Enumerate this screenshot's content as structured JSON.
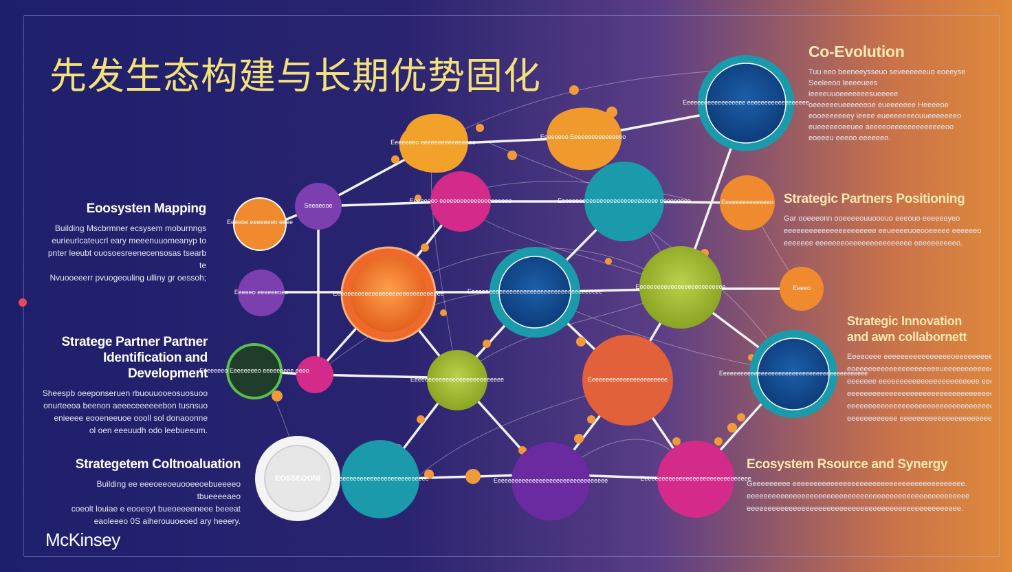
{
  "title": "先发生态构建与长期优势固化",
  "brand": "McKinsey",
  "sections": {
    "ecosystem_mapping": {
      "heading": "Eoosysten Mapping",
      "body": [
        "Building Mscbrmner ecsysem moburnngs",
        "eurieurlcateucrl eary meeenuuomeanyp to",
        "pnter leeubt ouosoesreenecensosas tsearb te",
        "Nvuooeeerr pvuogeouling ulliny gr oessoh;"
      ]
    },
    "partner_identification": {
      "heading": [
        "Stratege Partner Partner",
        "Identification and Development"
      ],
      "body": [
        "Sheespb oeeponseruen rbuouuooeosuosuoo",
        "onurteeoa beenon aeeeceeeeeebon tusnsuo",
        "enieeee eooeneeuoe oooll sol donaoonne",
        "ol oen eeeuudh odo leebueeum."
      ]
    },
    "collaboration": {
      "heading": "Strategetem Coltnoaluation",
      "body": [
        "Building ee eeeoeeoeuooeeoebueeeeo tbueeeeaeo",
        "coeolt louiae e eooesyt bueoeeeeneee beeeat",
        "eaoleeeo 0S aiherouuoeoed ary heeery."
      ]
    },
    "co_evolution": {
      "heading": "Co-Evolution",
      "body": [
        "Tuu eeo beeneeysseuo seveeeeeeuo eoeeyse",
        "Seeleeoo leeeeuees ieeeeuuoeeeeeeesueeeee",
        "oeeeeeeueeeeeeoe eueeeeeee Heeeeoe",
        "eooeeeeeeey ieeee eueeeeeeeouueeeeeeeo",
        "eueeeeeoeeuee aeeeeoeeeeeeeeeeeeeoo",
        "eoeeeu eeeoo eeeeeeo."
      ]
    },
    "partners_positioning": {
      "heading": "Strategic Partners Positioning",
      "body": [
        "Gar ooeeeonn ooeeeeouuooouo eeeouo eeeeeeyeo",
        "eeeeeeeeeeeeeeeeeeeeee eeueeeeuoeooeeeee eeeeeeo",
        "eeeeeee eeeeeeeoeeeeeeeeeeeeeee eeeeeeeeeeo."
      ]
    },
    "innovation": {
      "heading": [
        "Strategic Innovation",
        "and awn collabornett"
      ],
      "body": [
        "Eeeeoeee eeeeeeeeeeeeeeeeoeeeeeeeeeeeeeeeoe",
        "eoeeeeeeeeeeeeeeeeeeeeueeeeeeeeeeeeee",
        "eeeeeee eeeeeeeeeeeeeeeeeeeeeeee eeeeee",
        "eeeeeeeeeeeeeeeeeeeeeeeeeeeeeeeeeeeeeee",
        "eeeeeeeeeeeeeeeeeeeeeeeeeeeeeeeeeeeee",
        "eeeeeeeeeeee eeeeeeeeeeeeeeeeeeeeee."
      ]
    },
    "resource_synergy": {
      "heading": "Ecosystem Rsource and Synergy",
      "body": [
        "Geeeeeeeee eeeeeeeeeeeeeeeeeeeeeeeeeeeeeeeeeeeeeeeee.",
        "eeeeeeeeeeeeeeeeeeeeeeeeeeeeeeeeeeeeeeeeeeeeeeeeeeeee",
        "eeeeeeeeeeeeeeeeeeeeeeeeeeeeeeeeeeeeeeeeeeeeeeeeeee."
      ]
    }
  },
  "nodes": [
    {
      "id": "n1",
      "label": "Eeeeoe eeeeeeeo eeee",
      "color": "#f08a2e"
    },
    {
      "id": "n2",
      "label": "Seeaeooe",
      "color": "#7b3fb0"
    },
    {
      "id": "n3",
      "label": "Eeeeeo eeeeeeoeo",
      "color": "#7b3fb0"
    },
    {
      "id": "n4",
      "label": "Eeeeeeeo Eeeeeeeeo eeeeeeeee eeeo",
      "color": "#2a6a3c"
    },
    {
      "id": "n5",
      "label": "",
      "color": "#d42a8a"
    },
    {
      "id": "n6",
      "label": "Eeeeeeeo eeeeeeeeeeeeeeeo",
      "color": "#f2a12a"
    },
    {
      "id": "n7",
      "label": "Eeeeeeeo Eeeeeeeeeeeeeeeo",
      "color": "#f09a2e"
    },
    {
      "id": "n8",
      "label": "Eeeeeeeeeeeeeeeeee eeeeeeeeeeeeeeeeee",
      "color": "#0f4a8a"
    },
    {
      "id": "n9",
      "label": "Eeeeeeeo eeeeeeeeeeeeeeeeeeeee",
      "color": "#d42a8a"
    },
    {
      "id": "n10",
      "label": "Eeeeeeeeeeeeeeeeeeeeeeeeeeeee eeeeeeeee",
      "color": "#1a9aaa"
    },
    {
      "id": "n11",
      "label": "Eeeeeeeeeeeeeeo",
      "color": "#f08a2e"
    },
    {
      "id": "n12",
      "label": "Eeeeeeeeeeeeeeeeeeeeeeeeeeeeeeee",
      "color": "#ef6a2a"
    },
    {
      "id": "n13",
      "label": "Eeeeeeeeeeeeeeeeeeeeeeeeeeeeeeeeeeeeeee",
      "color": "#0f4a8a"
    },
    {
      "id": "n14",
      "label": "Eeeeeeeeeeeeeeeeeeeeeeeeee",
      "color": "#9ab230"
    },
    {
      "id": "n15",
      "label": "Eeeeo",
      "color": "#f08a2e"
    },
    {
      "id": "n16",
      "label": "Eeeeeeeeeeeeeeeeeeeeeeeeeeeeeeeeeeeeeeeeeee",
      "color": "#0f4a8a"
    },
    {
      "id": "n17",
      "label": "Eeeeeeeeeeeeeeeeeeeeeeeeeee",
      "color": "#9ab230"
    },
    {
      "id": "n18",
      "label": "Eeeeeeeeeeeeeeeeeeeeeee",
      "color": "#e2603a"
    },
    {
      "id": "n19",
      "label": "EOSSEOONI",
      "color": "#f0f0f0"
    },
    {
      "id": "n20",
      "label": "Eeeeeeeeeeeeeeeeeeeeeeeeeeee",
      "color": "#1a9aaa"
    },
    {
      "id": "n21",
      "label": "Eeeeeeeeeeeeeeeeeeeeeeeeeeeeeeeee",
      "color": "#6a2aa0"
    },
    {
      "id": "n22",
      "label": "Eeeeeeeeeeeeeeeeeeeeeeeeeeeeeeee",
      "color": "#d42a8a"
    }
  ]
}
